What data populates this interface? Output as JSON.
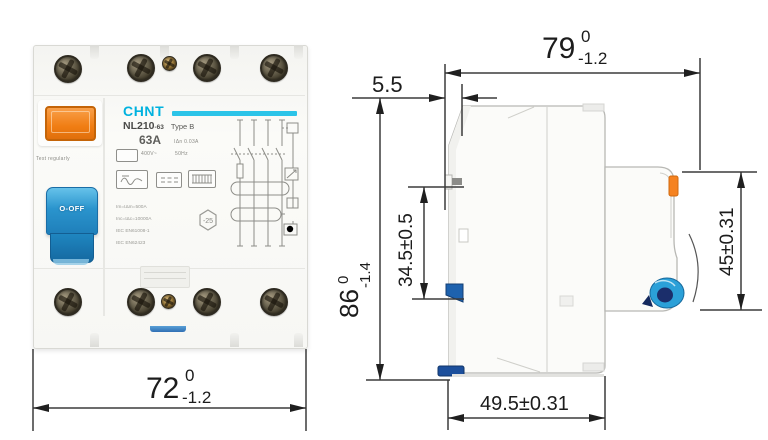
{
  "device": {
    "brand": "CHNT",
    "model": "NL210",
    "model_size": "-63",
    "type_class": "Type B",
    "current_rating": "63A",
    "residual_current": "IΔn 0.03A",
    "voltage": "400V~",
    "frequency": "50Hz",
    "test_note": "Test regularly",
    "handle_label": "O-OFF",
    "temp_rating": "-25",
    "spec_lines": [
      "Im=IΔm=500A",
      "Inc=IΔc=10000A",
      "IEC EN61008-1",
      "IEC EN62423"
    ]
  },
  "dimensions": {
    "front_width": {
      "value": "72",
      "tol_upper": "0",
      "tol_lower": "-1.2"
    },
    "total_depth": {
      "value": "79",
      "tol_upper": "0",
      "tol_lower": "-1.2"
    },
    "rail_offset": {
      "value": "5.5"
    },
    "total_height": {
      "value": "86",
      "tol_upper": "0",
      "tol_lower": "-1.4"
    },
    "rail_window_height": {
      "value": "34.5±0.5"
    },
    "front_face_height": {
      "value": "45±0.31"
    },
    "base_depth": {
      "value": "49.5±0.31"
    }
  },
  "colors": {
    "brand_cyan": "#00b2df",
    "button_orange": "#f58220",
    "handle_blue": "#2a94cd",
    "clip_blue": "#1d4f9e",
    "dimension_line": "#3b3b3b"
  }
}
